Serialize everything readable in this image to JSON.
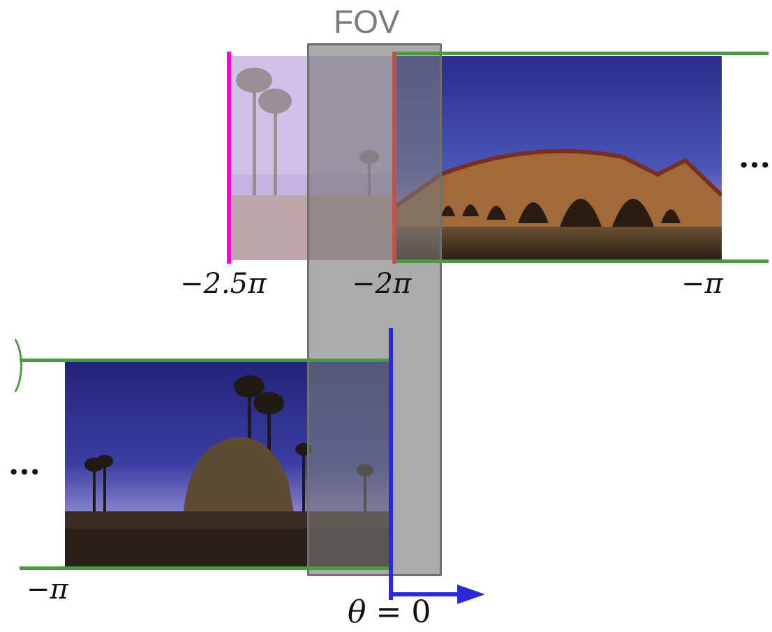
{
  "fov_label": "FOV",
  "ticks": {
    "top_left": "−2.5π",
    "top_mid": "−2π",
    "top_right": "−π",
    "bottom_left": "−π"
  },
  "theta": {
    "symbol": "θ",
    "rest": " = 0"
  },
  "ellipsis": "...",
  "colors": {
    "green_edges": "#4b9a3f",
    "magenta_line": "#ff00cc",
    "red_line": "#c0524a",
    "blue_axis": "#2a2adc",
    "fov_box": "#777777"
  },
  "icons": [
    "panorama-image-top",
    "panorama-image-bottom",
    "right-arrow-icon"
  ]
}
